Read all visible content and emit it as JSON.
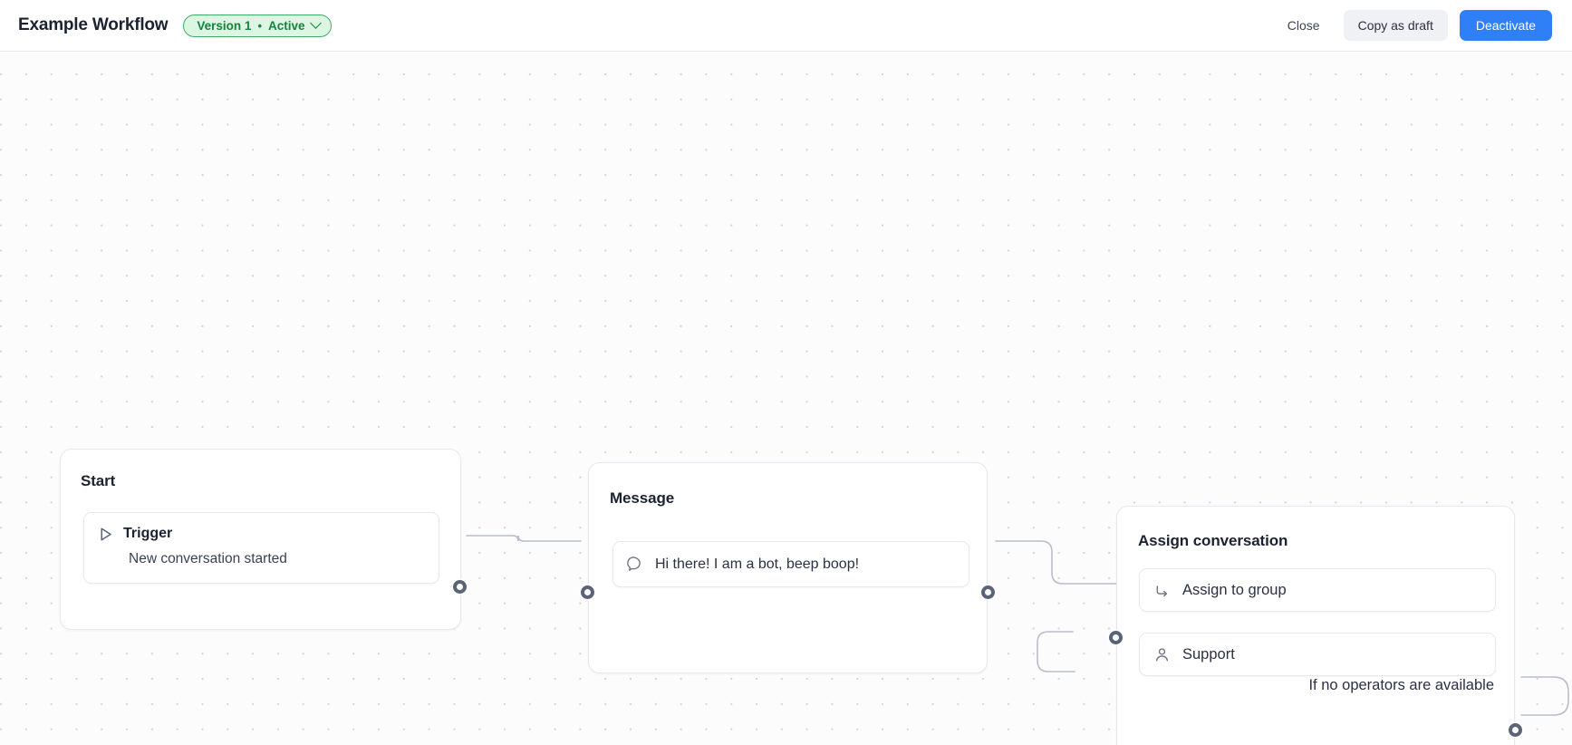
{
  "header": {
    "title": "Example Workflow",
    "version_badge": {
      "version_label": "Version 1",
      "separator": "•",
      "status_label": "Active",
      "chevron_icon": "chevron-down-icon",
      "bg_color": "#ddf5e3",
      "border_color": "#3fae63",
      "text_color": "#14843c"
    },
    "buttons": {
      "close": "Close",
      "copy_as_draft": "Copy as draft",
      "deactivate": "Deactivate",
      "deactivate_color": "#2f80f7",
      "copy_bg_color": "#f0f1f4"
    }
  },
  "canvas": {
    "background_color": "#fcfcfd",
    "dot_color": "#d2d5de",
    "edge_color": "#b9bdc8",
    "port_color": "#5b6376"
  },
  "nodes": [
    {
      "id": "start",
      "title": "Start",
      "items": [
        {
          "icon": "play-triangle-icon",
          "label": "Trigger",
          "sublabel": "New conversation started"
        }
      ]
    },
    {
      "id": "message",
      "title": "Message",
      "items": [
        {
          "icon": "speech-bubble-icon",
          "label": "Hi there! I am a bot, beep boop!"
        }
      ]
    },
    {
      "id": "assign",
      "title": "Assign conversation",
      "items": [
        {
          "icon": "arrow-turn-right-icon",
          "label": "Assign to group"
        },
        {
          "icon": "person-icon",
          "label": "Support"
        }
      ],
      "fallback_label": "If no operators are available"
    }
  ]
}
